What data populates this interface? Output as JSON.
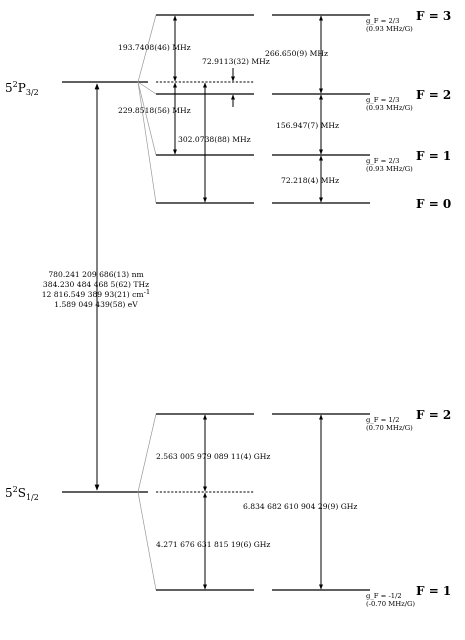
{
  "states": {
    "excited": {
      "main": "5",
      "sup": "2",
      "letter": "P",
      "sub": "3/2"
    },
    "ground": {
      "main": "5",
      "sup": "2",
      "letter": "S",
      "sub": "1/2"
    }
  },
  "f_labels": {
    "f3": "F = 3",
    "f2_upper": "F = 2",
    "f1_upper": "F = 1",
    "f0": "F = 0",
    "f2_lower": "F = 2",
    "f1_lower": "F = 1"
  },
  "gfactors": {
    "f3": {
      "g": "g_F = 2/3",
      "coef": "(0.93 MHz/G)"
    },
    "f2_upper": {
      "g": "g_F = 2/3",
      "coef": "(0.93 MHz/G)"
    },
    "f1_upper": {
      "g": "g_F = 2/3",
      "coef": "(0.93 MHz/G)"
    },
    "f2_lower": {
      "g": "g_F = 1/2",
      "coef": "(0.70 MHz/G)"
    },
    "f1_lower": {
      "g": "g_F = -1/2",
      "coef": "(-0.70 MHz/G)"
    }
  },
  "splittings": {
    "p_f3_center": "193.7408(46) MHz",
    "p_f2_center": "72.9113(32) MHz",
    "p_f1_center": "229.8518(56) MHz",
    "p_f0_center": "302.0738(88) MHz",
    "p_f3_f2": "266.650(9) MHz",
    "p_f2_f1": "156.947(7) MHz",
    "p_f1_f0": "72.218(4) MHz",
    "s_f2_center": "2.563 005 979 089 11(4) GHz",
    "s_f1_center": "4.271 676 631 815 19(6) GHz",
    "s_f2_f1": "6.834 682 610 904 29(9) GHz"
  },
  "transition": {
    "wavelength": "780.241 209 686(13) nm",
    "frequency": "384.230 484 468 5(62) THz",
    "wavenumber": "12 816.549 389 93(21) cm",
    "wavenumber_exp": "-1",
    "energy": "1.589 049 439(58) eV"
  }
}
